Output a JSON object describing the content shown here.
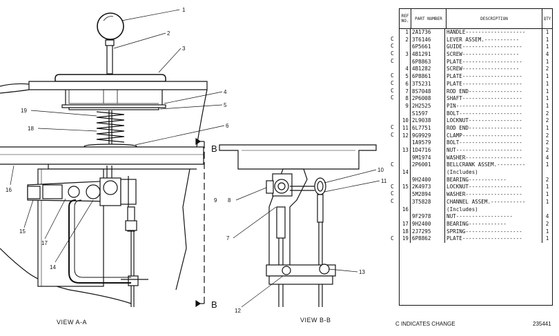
{
  "views": {
    "left": "VIEW A-A",
    "right": "VIEW B-B",
    "section_mark_top": "B",
    "section_mark_bottom": "B"
  },
  "callouts": [
    "1",
    "2",
    "3",
    "4",
    "5",
    "6",
    "7",
    "8",
    "9",
    "10",
    "11",
    "12",
    "13",
    "14",
    "15",
    "16",
    "17",
    "18",
    "19"
  ],
  "table": {
    "headers": {
      "ref": "REF NO.",
      "part": "PART NUMBER",
      "desc": "DESCRIPTION",
      "qty": "QTY"
    },
    "rows": [
      {
        "c": "",
        "ref": "1",
        "part": "2A1736",
        "desc": "HANDLE-------------------",
        "qty": "1"
      },
      {
        "c": "C",
        "ref": "2",
        "part": "3T6146",
        "desc": "LEVER ASSEM.-----------",
        "qty": "1"
      },
      {
        "c": "C",
        "ref": "",
        "part": "6P5661",
        "desc": "GUIDE-------------------",
        "qty": "1"
      },
      {
        "c": "C",
        "ref": "3",
        "part": "4B1291",
        "desc": "SCREW------------------",
        "qty": "4"
      },
      {
        "c": "C",
        "ref": "",
        "part": "6P8863",
        "desc": "PLATE-------------------",
        "qty": "1"
      },
      {
        "c": "",
        "ref": "4",
        "part": "4B1282",
        "desc": "SCREW------------------",
        "qty": "2"
      },
      {
        "c": "C",
        "ref": "5",
        "part": "6P8861",
        "desc": "PLATE-------------------",
        "qty": "1"
      },
      {
        "c": "C",
        "ref": "6",
        "part": "3T5231",
        "desc": "PLATE-------------------",
        "qty": "1"
      },
      {
        "c": "C",
        "ref": "7",
        "part": "8S7048",
        "desc": "ROD END-----------------",
        "qty": "1"
      },
      {
        "c": "C",
        "ref": "8",
        "part": "2P6008",
        "desc": "SHAFT-------------------",
        "qty": "1"
      },
      {
        "c": "",
        "ref": "9",
        "part": "2H2525",
        "desc": "PIN---------------------",
        "qty": "1"
      },
      {
        "c": "",
        "ref": "",
        "part": "S1597",
        "desc": "BOLT--------------------",
        "qty": "2"
      },
      {
        "c": "",
        "ref": "10",
        "part": "2L9038",
        "desc": "LOCKNUT-----------------",
        "qty": "2"
      },
      {
        "c": "C",
        "ref": "11",
        "part": "6L7751",
        "desc": "ROD END-----------------",
        "qty": "1"
      },
      {
        "c": "C",
        "ref": "12",
        "part": "9G9929",
        "desc": "CLAMP-------------------",
        "qty": "2"
      },
      {
        "c": "",
        "ref": "",
        "part": "1A9579",
        "desc": "BOLT--------------------",
        "qty": "2"
      },
      {
        "c": "",
        "ref": "13",
        "part": "1D4716",
        "desc": "NUT---------------------",
        "qty": "2"
      },
      {
        "c": "",
        "ref": "",
        "part": "9M1974",
        "desc": "WASHER------------------",
        "qty": "4"
      },
      {
        "c": "C",
        "ref": "",
        "part": "2P6001",
        "desc": "BELLCRANK ASSEM.---------",
        "qty": "1"
      },
      {
        "c": "",
        "ref": "14",
        "part": "",
        "desc": "(Includes)",
        "qty": ""
      },
      {
        "c": "",
        "ref": "",
        "part": "9H2400",
        "desc": "BEARING------------",
        "qty": "2"
      },
      {
        "c": "C",
        "ref": "15",
        "part": "2K4973",
        "desc": "LOCKNUT-----------------",
        "qty": "1"
      },
      {
        "c": "C",
        "ref": "",
        "part": "5M2894",
        "desc": "WASHER------------------",
        "qty": "1"
      },
      {
        "c": "C",
        "ref": "",
        "part": "3T5828",
        "desc": "CHANNEL ASSEM.-----------",
        "qty": "1"
      },
      {
        "c": "",
        "ref": "16",
        "part": "",
        "desc": "(Includes)",
        "qty": ""
      },
      {
        "c": "",
        "ref": "",
        "part": "9F2978",
        "desc": "NUT------------------",
        "qty": "4"
      },
      {
        "c": "",
        "ref": "17",
        "part": "9H2400",
        "desc": "BEARING------------",
        "qty": "2"
      },
      {
        "c": "",
        "ref": "18",
        "part": "2J7295",
        "desc": "SPRING------------------",
        "qty": "1"
      },
      {
        "c": "C",
        "ref": "19",
        "part": "6P8862",
        "desc": "PLATE-------------------",
        "qty": "1"
      }
    ]
  },
  "footer": {
    "change_note": "C INDICATES CHANGE",
    "drawing_number": "235441"
  }
}
